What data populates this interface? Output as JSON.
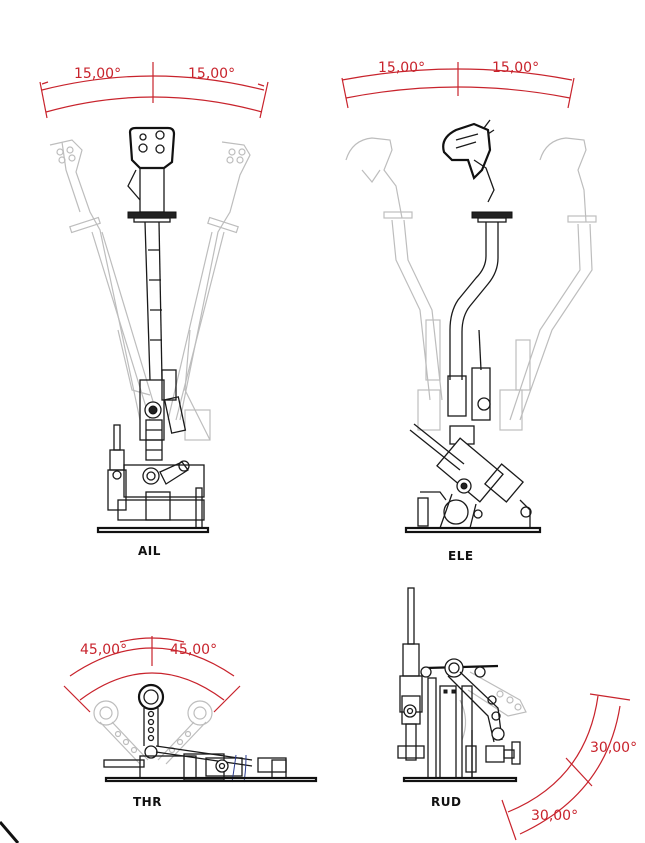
{
  "colors": {
    "dimension": "#c8232c",
    "ink": "#1a1a1a",
    "ghost": "#bdbdbd",
    "background": "#ffffff"
  },
  "panels": [
    {
      "id": "ail",
      "label": "AIL",
      "dimensions": {
        "left": "15,00°",
        "right": "15,00°"
      }
    },
    {
      "id": "ele",
      "label": "ELE",
      "dimensions": {
        "left": "15,00°",
        "right": "15,00°"
      }
    },
    {
      "id": "thr",
      "label": "THR",
      "dimensions": {
        "left": "45,00°",
        "right": "45,00°"
      }
    },
    {
      "id": "rud",
      "label": "RUD",
      "dimensions": {
        "upper": "30,00°",
        "lower": "30,00°"
      }
    }
  ]
}
